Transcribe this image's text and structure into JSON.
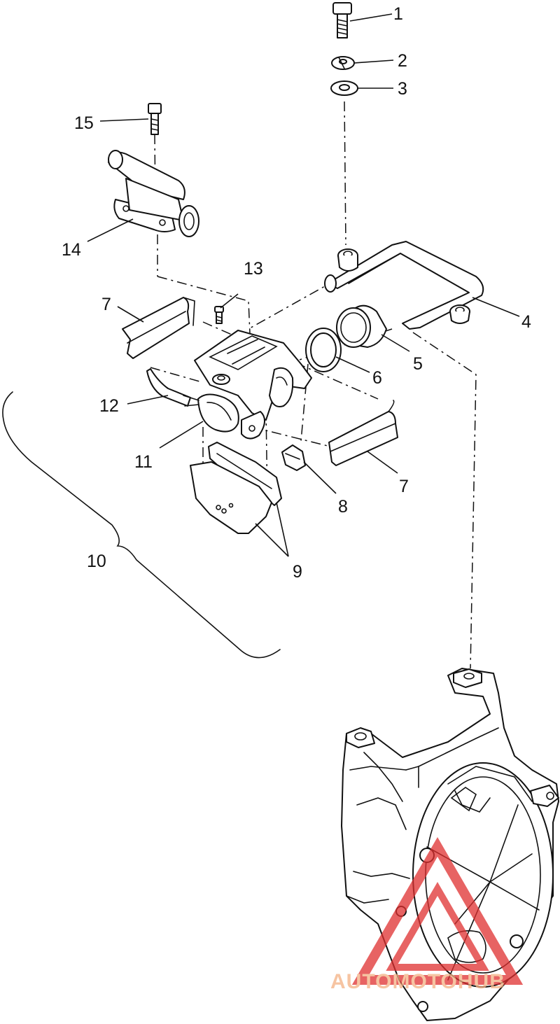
{
  "callouts": [
    {
      "id": "1",
      "text": "1"
    },
    {
      "id": "2",
      "text": "2"
    },
    {
      "id": "3",
      "text": "3"
    },
    {
      "id": "4",
      "text": "4"
    },
    {
      "id": "5",
      "text": "5"
    },
    {
      "id": "6",
      "text": "6"
    },
    {
      "id": "7a",
      "text": "7"
    },
    {
      "id": "7b",
      "text": "7"
    },
    {
      "id": "8",
      "text": "8"
    },
    {
      "id": "9",
      "text": "9"
    },
    {
      "id": "10",
      "text": "10"
    },
    {
      "id": "11",
      "text": "11"
    },
    {
      "id": "12",
      "text": "12"
    },
    {
      "id": "13",
      "text": "13"
    },
    {
      "id": "14",
      "text": "14"
    },
    {
      "id": "15",
      "text": "15"
    }
  ],
  "watermark": {
    "text": "AUTOMOTOHUB",
    "color_light": "#f4b183",
    "color_dark": "#e8864a",
    "triangle_color": "#e03030"
  }
}
